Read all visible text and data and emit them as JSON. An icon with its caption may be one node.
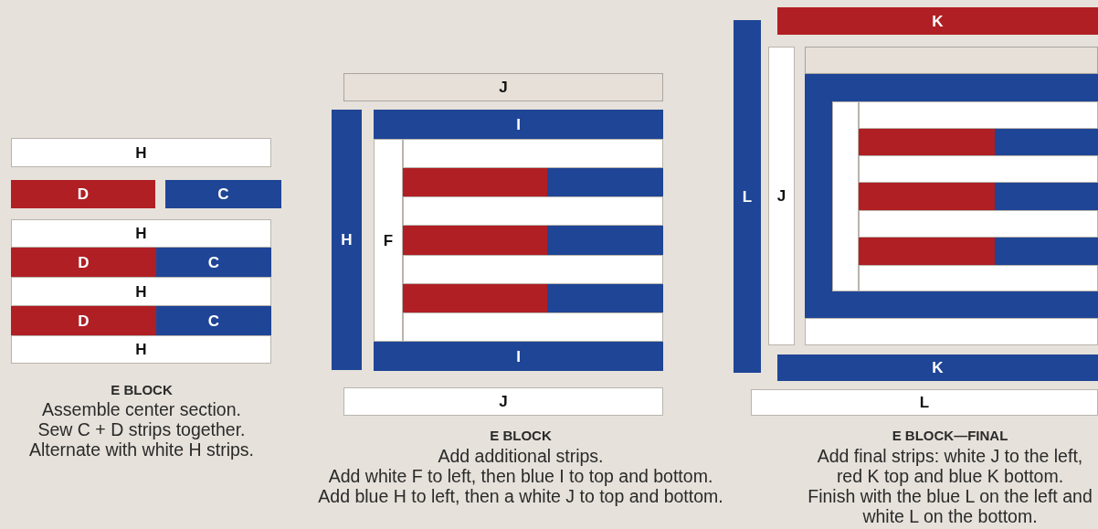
{
  "diagram": {
    "nodes": [
      {
        "text": [
          "H"
        ]
      },
      {
        "text": [
          "D"
        ]
      },
      {
        "text": [
          "C"
        ]
      },
      {
        "text": [
          "H"
        ]
      },
      {
        "text": [
          "D"
        ]
      },
      {
        "text": [
          "C"
        ]
      },
      {
        "text": [
          "H"
        ]
      },
      {
        "text": [
          "D"
        ]
      },
      {
        "text": [
          "C"
        ]
      },
      {
        "text": [
          "H"
        ]
      },
      {
        "text": [
          "J"
        ]
      },
      {
        "text": [
          "H"
        ]
      },
      {
        "text": [
          "I"
        ]
      },
      {
        "text": [
          "F"
        ]
      },
      {
        "text": [
          "I"
        ]
      },
      {
        "text": [
          "J"
        ]
      },
      {
        "text": [],
        "shape": "bar"
      },
      {
        "text": [],
        "shape": "bar"
      },
      {
        "text": [],
        "shape": "bar"
      },
      {
        "text": [],
        "shape": "bar"
      },
      {
        "text": [],
        "shape": "bar"
      },
      {
        "text": [],
        "shape": "bar"
      },
      {
        "text": [],
        "shape": "bar"
      },
      {
        "text": [],
        "shape": "bar"
      },
      {
        "text": [],
        "shape": "bar"
      },
      {
        "text": [],
        "shape": "bar"
      },
      {
        "text": [
          "K"
        ]
      },
      {
        "text": [
          "L"
        ]
      },
      {
        "text": [
          "J"
        ]
      },
      {
        "text": [
          "K"
        ]
      },
      {
        "text": [
          "L"
        ]
      },
      {
        "text": [],
        "shape": "bar"
      },
      {
        "text": [],
        "shape": "bar"
      },
      {
        "text": [],
        "shape": "bar"
      },
      {
        "text": [],
        "shape": "bar"
      },
      {
        "text": [],
        "shape": "bar"
      },
      {
        "text": [],
        "shape": "bar"
      },
      {
        "text": [],
        "shape": "bar"
      },
      {
        "text": [],
        "shape": "bar"
      },
      {
        "text": [],
        "shape": "bar"
      },
      {
        "text": [],
        "shape": "bar"
      },
      {
        "text": [],
        "shape": "bar"
      },
      {
        "text": [],
        "shape": "bar"
      },
      {
        "text": [],
        "shape": "bar"
      },
      {
        "text": [],
        "shape": "bar"
      },
      {
        "text": [],
        "shape": "bar"
      },
      {
        "text": [],
        "shape": "bar"
      }
    ],
    "labels": [
      "E BLOCK",
      "Assemble center section.",
      "Sew C + D strips together.",
      "Alternate with white H strips.",
      "E BLOCK",
      "Add additional strips.",
      "Add white F to left, then blue I to top and bottom.",
      "Add blue H to left, then a white J to top and bottom.",
      "E BLOCK—FINAL",
      "Add final strips: white J to the left, red K top and blue K bottom.",
      "Finish with the blue L on the left and white L on the bottom."
    ]
  }
}
